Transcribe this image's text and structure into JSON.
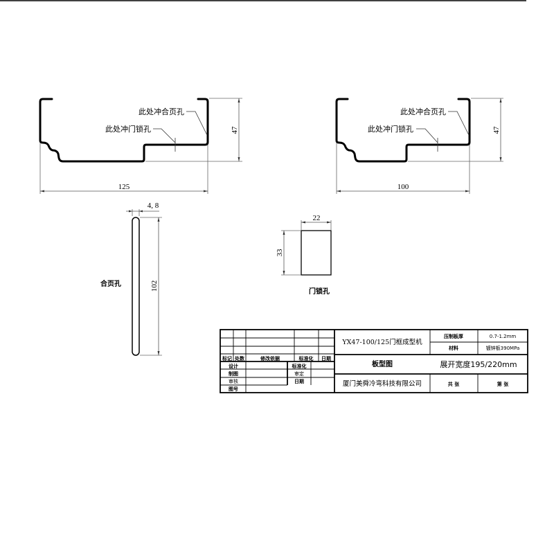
{
  "profiles": [
    {
      "id": "profile-125",
      "width_dim": "125",
      "height_dim": "47",
      "hinge_note": "此处冲合页孔",
      "lock_note": "此处冲门锁孔"
    },
    {
      "id": "profile-100",
      "width_dim": "100",
      "height_dim": "47",
      "hinge_note": "此处冲合页孔",
      "lock_note": "此处冲门锁孔"
    }
  ],
  "hinge_hole": {
    "label": "合页孔",
    "width_dim": "4, 8",
    "height_dim": "102"
  },
  "lock_hole": {
    "label": "门锁孔",
    "width_dim": "22",
    "height_dim": "33"
  },
  "title_block": {
    "revision_headers": [
      "标记",
      "处数",
      "修改依据",
      "标准化",
      "日期"
    ],
    "sign_rows": [
      "设计",
      "制图",
      "审核",
      "图号"
    ],
    "approval_rows": [
      "标准化",
      "审定",
      "日期"
    ],
    "machine_name": "YX47-100/125门框成型机",
    "drawing_name": "板型图",
    "company": "厦门美舜冷弯科技有限公司",
    "thickness_label": "压制板厚",
    "thickness_value": "0.7-1.2mm",
    "material_label": "材料",
    "material_value": "镀锌板390MPa",
    "unfold_width": "展开宽度195/220mm",
    "total_sheets": "共  张",
    "sheet_no": "第  张"
  }
}
